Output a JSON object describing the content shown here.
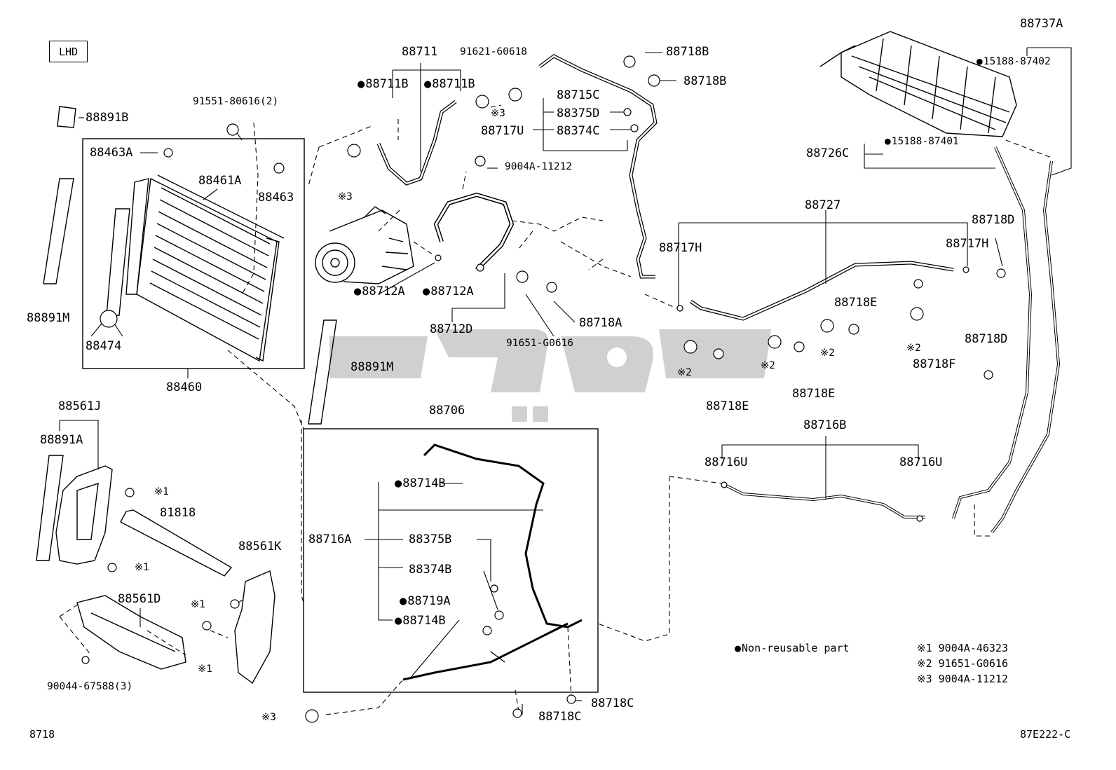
{
  "badge": "LHD",
  "labels": {
    "p88891B": "88891B",
    "p91551": "91551-80616(2)",
    "p88463A": "88463A",
    "p88461A": "88461A",
    "p88463": "88463",
    "p88891M_l": "88891M",
    "p88474": "88474",
    "p88460": "88460",
    "p88711": "88711",
    "p88711B_a": "88711B",
    "p88711B_b": "88711B",
    "p91621": "91621-60618",
    "p88715C": "88715C",
    "p88375D": "88375D",
    "p88717U": "88717U",
    "p88374C": "88374C",
    "p88718B_a": "88718B",
    "p88718B_b": "88718B",
    "p9004A_11212": "9004A-11212",
    "p88712A_a": "88712A",
    "p88712A_b": "88712A",
    "p88712D": "88712D",
    "p91651": "91651-G0616",
    "p88718A": "88718A",
    "p88717H_a": "88717H",
    "p88727": "88727",
    "p88718D_a": "88718D",
    "p88717H_b": "88717H",
    "p88737A": "88737A",
    "p15188_87402": "15188-87402",
    "p88726C": "88726C",
    "p15188_87401": "15188-87401",
    "p88718E_a": "88718E",
    "p88718E_b": "88718E",
    "p88718E_c": "88718E",
    "p88718F": "88718F",
    "p88718D_b": "88718D",
    "p88891M_c": "88891M",
    "p88706": "88706",
    "p88716B": "88716B",
    "p88716U_a": "88716U",
    "p88716U_b": "88716U",
    "p88561J": "88561J",
    "p88891A": "88891A",
    "p81818": "81818",
    "p88561K": "88561K",
    "p88561D": "88561D",
    "p90044": "90044-67588(3)",
    "p88714B_a": "88714B",
    "p88716A": "88716A",
    "p88375B": "88375B",
    "p88374B": "88374B",
    "p88719A": "88719A",
    "p88714B_b": "88714B",
    "p88718C_a": "88718C",
    "p88718C_b": "88718C"
  },
  "marks": {
    "m1": "※1",
    "m2": "※2",
    "m3": "※3"
  },
  "legend": {
    "nonreusable": "Non-reusable part",
    "note1": "※1  9004A-46323",
    "note2": "※2  91651-G0616",
    "note3": "※3  9004A-11212"
  },
  "footer": {
    "left_code": "8718",
    "right_code": "87E222-C"
  }
}
